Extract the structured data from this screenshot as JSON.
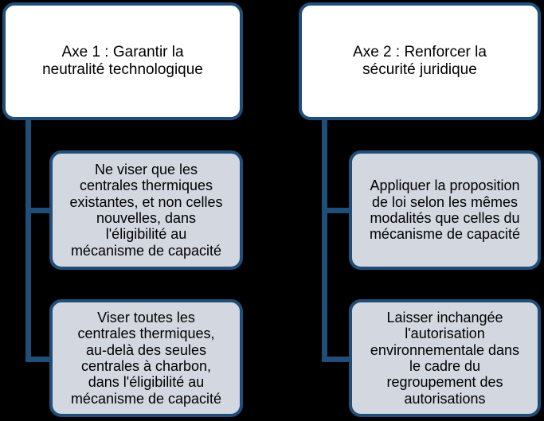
{
  "style": {
    "border": "#1F4E79",
    "parent_fill": "#FFFFFF",
    "child_fill": "#D3D7DF",
    "text": "#000000",
    "bg": "#000000"
  },
  "diagram": {
    "kind": "hierarchy",
    "axes": [
      {
        "id": "axe-1",
        "title": "Axe 1 : Garantir la\nneutralité technologique",
        "children": [
          "Ne viser que les\ncentrales thermiques\nexistantes, et non celles\nnouvelles, dans\nl'éligibilité au\nmécanisme de capacité",
          "Viser toutes les\ncentrales thermiques,\nau-delà des seules\ncentrales à charbon,\ndans l'éligibilité au\nmécanisme de capacité"
        ]
      },
      {
        "id": "axe-2",
        "title": "Axe 2 : Renforcer la\nsécurité juridique",
        "children": [
          "Appliquer la proposition\nde loi selon les mêmes\nmodalités que celles du\nmécanisme de capacité",
          "Laisser inchangée\nl'autorisation\nenvironnementale dans\nle cadre du\nregroupement des\nautorisations"
        ]
      }
    ]
  }
}
